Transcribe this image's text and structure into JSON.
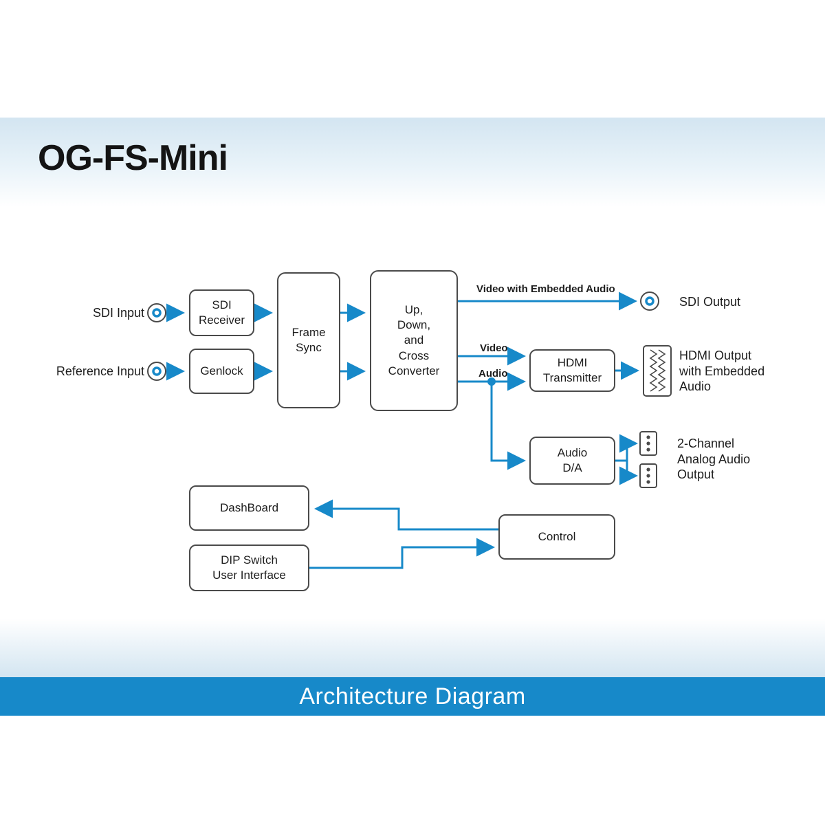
{
  "title": "OG-FS-Mini",
  "footer": "Architecture Diagram",
  "colors": {
    "accent_blue": "#1789c9",
    "box_border": "#4a4a4a"
  },
  "io": {
    "sdi_input": "SDI Input",
    "reference_input": "Reference Input",
    "sdi_output": "SDI Output",
    "hdmi_output": "HDMI Output\nwith Embedded\nAudio",
    "analog_output": "2-Channel\nAnalog Audio\nOutput"
  },
  "blocks": {
    "sdi_receiver": "SDI\nReceiver",
    "genlock": "Genlock",
    "frame_sync": "Frame\nSync",
    "converter": "Up,\nDown,\nand\nCross\nConverter",
    "hdmi_transmitter": "HDMI\nTransmitter",
    "audio_da": "Audio\nD/A",
    "dashboard": "DashBoard",
    "dip_switch": "DIP Switch\nUser Interface",
    "control": "Control"
  },
  "wire_labels": {
    "video_embedded": "Video with Embedded Audio",
    "video": "Video",
    "audio": "Audio"
  }
}
